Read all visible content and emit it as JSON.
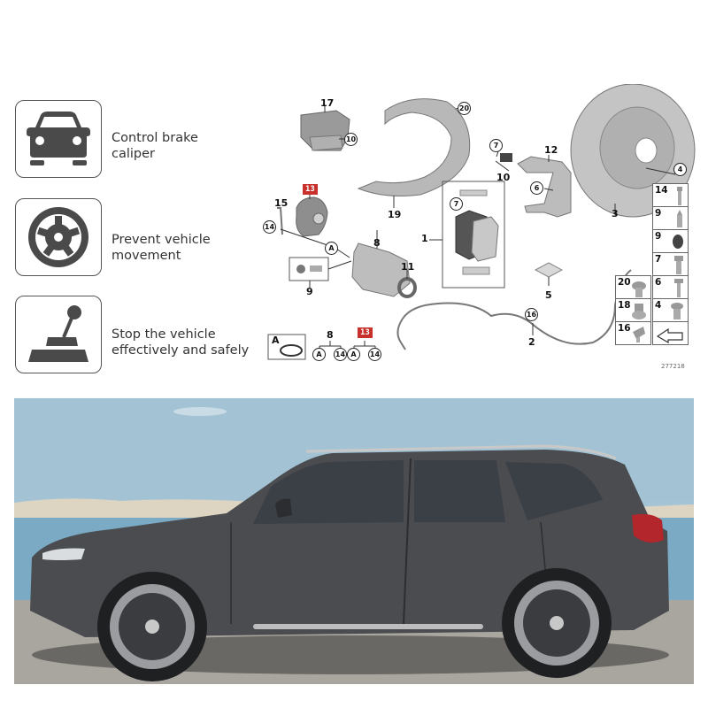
{
  "features": [
    {
      "icon": "car-front-icon",
      "text": "Control brake\ncaliper"
    },
    {
      "icon": "wheel-icon",
      "text": "Prevent vehicle\nmovement"
    },
    {
      "icon": "parking-brake-lever-icon",
      "text": "Stop the vehicle\neffectively and safely"
    }
  ],
  "diagram": {
    "labels": {
      "l17": "17",
      "l10a": "10",
      "l20": "20",
      "l19": "19",
      "l13a": "13",
      "l15": "15",
      "l14a": "14",
      "lA": "A",
      "l8": "8",
      "l9": "9",
      "l11": "11",
      "l7a": "7",
      "l10b": "10",
      "l12": "12",
      "l6": "6",
      "l7b": "7",
      "l1": "1",
      "l5": "5",
      "l16": "16",
      "l2": "2",
      "l3": "3",
      "l4": "4",
      "legendA": "A",
      "legend8": "8",
      "legend13": "13",
      "legend8A": "A",
      "legend8_14": "14",
      "legend13A": "A",
      "legend13_14": "14"
    },
    "parts_grid": [
      {
        "num": "14",
        "part": "bolt"
      },
      {
        "num": "9",
        "part": "bleeder-valve"
      },
      {
        "num": "9",
        "part": "cap"
      },
      {
        "num": "7",
        "part": "bolt"
      },
      {
        "num": "20",
        "part": "flange-bolt"
      },
      {
        "num": "6",
        "part": "bolt"
      },
      {
        "num": "18",
        "part": "nut"
      },
      {
        "num": "4",
        "part": "screw"
      },
      {
        "num": "16",
        "part": "clip"
      },
      {
        "num": "",
        "part": "arrow-symbol"
      }
    ],
    "catalog_number": "277218"
  },
  "photo": {
    "subject": "dark gray SUV side view",
    "colors": {
      "sky": "#9cc0d3",
      "water": "#7aaac4",
      "ground": "#a9a6a0",
      "body": "#4a4c50",
      "taillight": "#b3262b"
    }
  }
}
